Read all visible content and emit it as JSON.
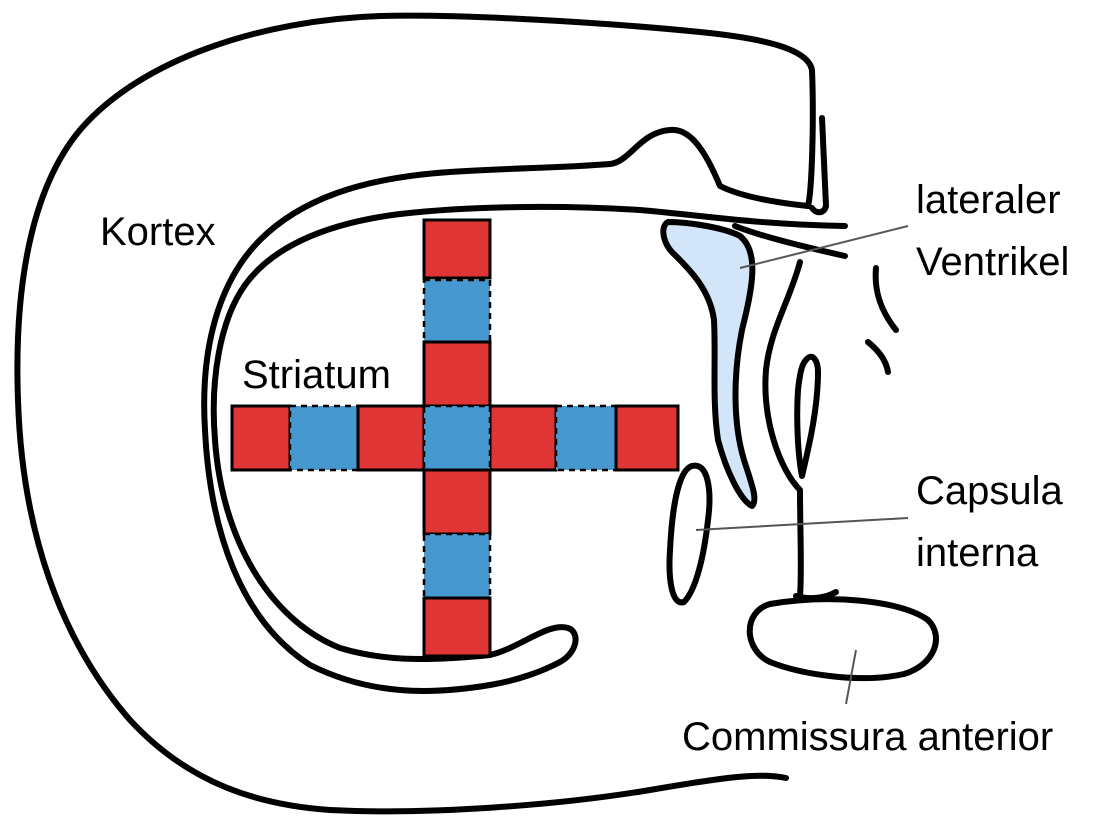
{
  "labels": {
    "kortex": "Kortex",
    "striatum": "Striatum",
    "lateral_ventricle_line1": "lateraler",
    "lateral_ventricle_line2": "Ventrikel",
    "capsula_line1": "Capsula",
    "capsula_line2": "interna",
    "commissura": "Commissura anterior"
  },
  "colors": {
    "red": "#e03535",
    "blue": "#4898d0",
    "ventricle_fill": "#d3e5f8",
    "outline": "#000000"
  },
  "pattern": {
    "horizontal_arm": [
      "red",
      "blue",
      "red",
      "blue",
      "red",
      "blue",
      "red"
    ],
    "vertical_arm": [
      "red",
      "blue",
      "red",
      "blue",
      "red",
      "blue",
      "red"
    ]
  }
}
